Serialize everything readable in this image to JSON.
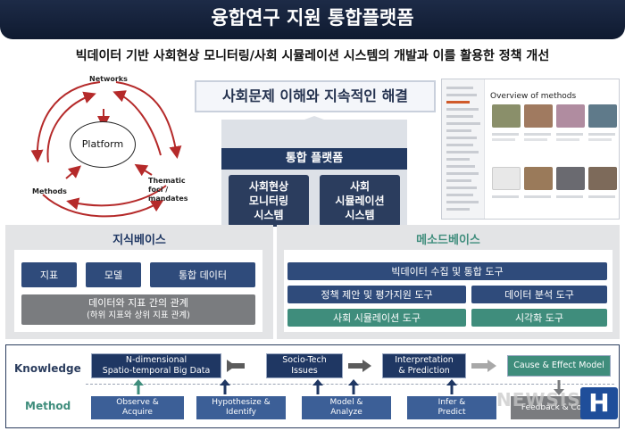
{
  "header": {
    "title": "융합연구 지원 통합플랫폼"
  },
  "subtitle": "빅데이터 기반 사회현상 모니터링/사회 시뮬레이션 시스템의 개발과 이를 활용한 정책 개선",
  "cycle": {
    "center": "Platform",
    "networks": "Networks",
    "methods": "Methods",
    "thematic": "Thematic foci /\nmandates"
  },
  "banner": "사회문제 이해와 지속적인 해결",
  "platform": {
    "title": "통합 플랫폼",
    "system1": "사회현상\n모니터링\n시스템",
    "system2": "사회\n시뮬레이션\n시스템"
  },
  "screenshot": {
    "title": "Overview of methods"
  },
  "knowledge_base": {
    "title": "지식베이스",
    "items": [
      "지표",
      "모델",
      "통합 데이터"
    ],
    "relation": "데이터와 지표 간의 관계",
    "relation_sub": "(하위 지표와 상위 지표 관계)"
  },
  "method_base": {
    "title": "메소드베이스",
    "collect": "빅데이터 수집 및 통합 도구",
    "policy": "정책 제안 및 평가지원 도구",
    "analysis": "데이터 분석 도구",
    "simulation": "사회 시뮬레이션 도구",
    "visualization": "시각화 도구"
  },
  "flow": {
    "knowledge_label": "Knowledge",
    "method_label": "Method",
    "k1": "N-dimensional\nSpatio-temporal Big Data",
    "k2": "Socio-Tech\nIssues",
    "k3": "Interpretation\n& Prediction",
    "k4": "Cause & Effect Model",
    "m1": "Observe &\nAcquire",
    "m2": "Hypothesize &\nIdentify",
    "m3": "Model &\nAnalyze",
    "m4": "Infer &\nPredict",
    "m5": "Feedback & Control"
  },
  "watermark": {
    "text": "NEWSIS",
    "logo": "H"
  },
  "colors": {
    "navy": "#1f3763",
    "teal": "#3f8d7c",
    "red_arrow": "#b52a2a"
  }
}
